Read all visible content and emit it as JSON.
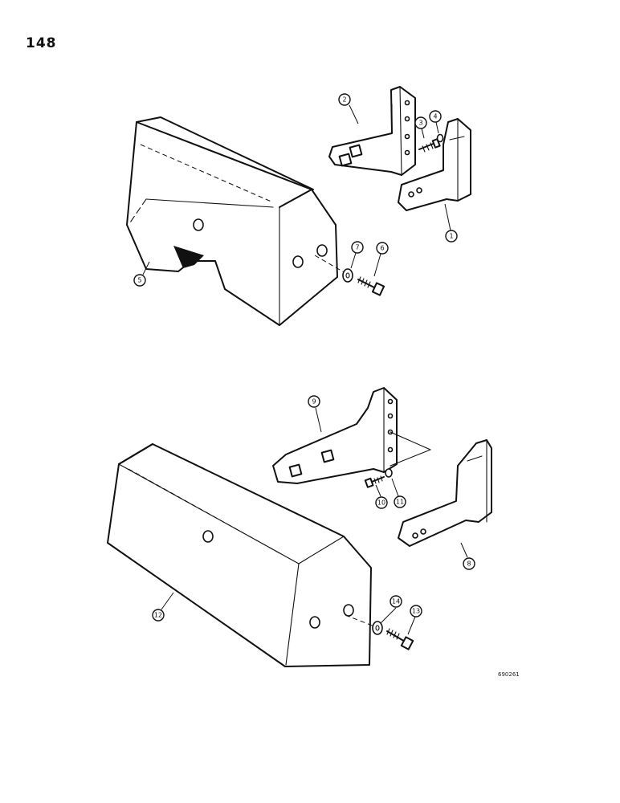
{
  "page": {
    "number": "148",
    "figure_id": "690261"
  },
  "callouts": [
    {
      "id": "c1",
      "label": "1"
    },
    {
      "id": "c2",
      "label": "2"
    },
    {
      "id": "c3",
      "label": "3"
    },
    {
      "id": "c4",
      "label": "4"
    },
    {
      "id": "c5",
      "label": "5"
    },
    {
      "id": "c6",
      "label": "6"
    },
    {
      "id": "c7",
      "label": "7"
    },
    {
      "id": "c8",
      "label": "8"
    },
    {
      "id": "c9",
      "label": "9"
    },
    {
      "id": "c10",
      "label": "10"
    },
    {
      "id": "c11",
      "label": "11"
    },
    {
      "id": "c12",
      "label": "12"
    },
    {
      "id": "c13",
      "label": "13"
    },
    {
      "id": "c14",
      "label": "14"
    }
  ]
}
